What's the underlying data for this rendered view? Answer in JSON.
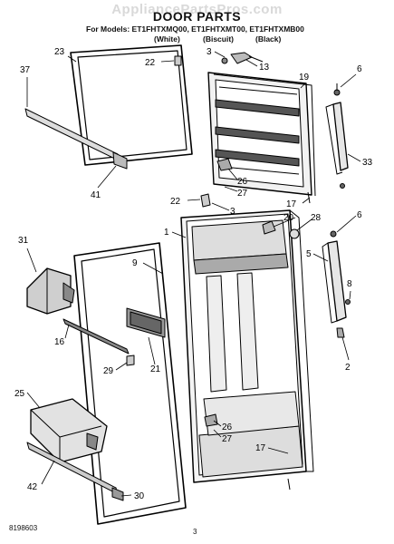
{
  "watermark": "AppliancePartsPros.com",
  "title": "DOOR PARTS",
  "models_line": "For Models: ET1FHTXMQ00, ET1FHTXMT00, ET1FHTXMB00",
  "colors": [
    "(White)",
    "(Biscuit)",
    "(Black)"
  ],
  "footer_code": "8198603",
  "page_number": "3",
  "callouts": [
    "37",
    "23",
    "22",
    "3",
    "13",
    "19",
    "6",
    "41",
    "26",
    "27",
    "33",
    "22",
    "3",
    "17",
    "20",
    "28",
    "6",
    "1",
    "31",
    "9",
    "5",
    "8",
    "16",
    "21",
    "29",
    "2",
    "25",
    "26",
    "27",
    "17",
    "42",
    "30"
  ]
}
